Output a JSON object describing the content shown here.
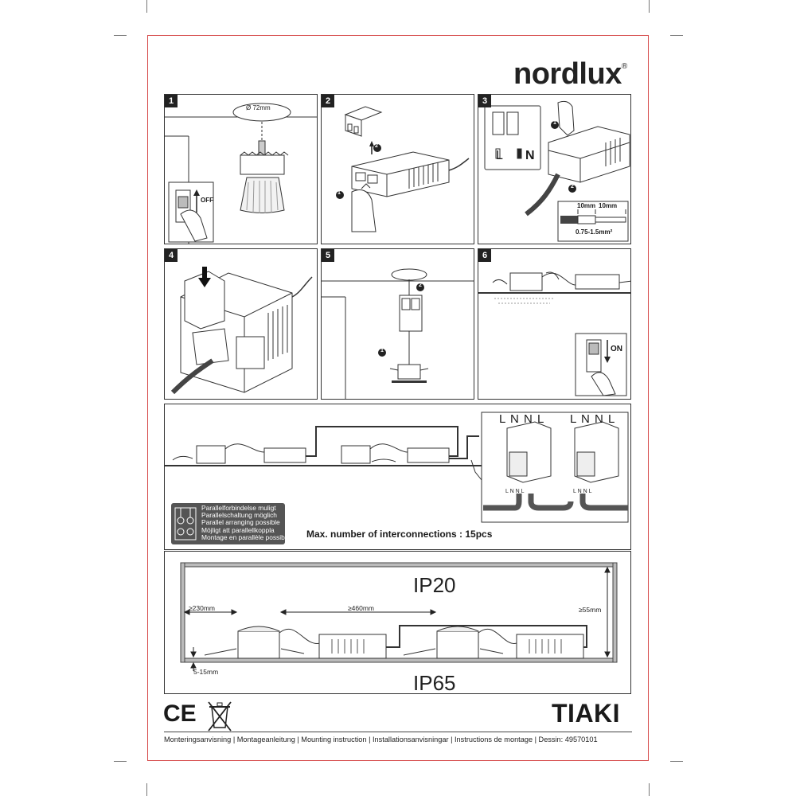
{
  "brand": {
    "name": "nordlux",
    "registered": "®"
  },
  "steps": [
    "1",
    "2",
    "3",
    "4",
    "5",
    "6"
  ],
  "step1": {
    "hole_diameter": "Ø 72mm",
    "switch_label": "OFF"
  },
  "step3": {
    "label_l": "L",
    "label_n": "N",
    "strip_1": "10mm",
    "strip_2": "10mm",
    "wire_section": "0.75-1.5mm²"
  },
  "step6": {
    "switch_label": "ON"
  },
  "callouts": {
    "one": "1",
    "two": "2"
  },
  "wiring": {
    "terminal_labels": "L N N L",
    "terminal_small": "L N N L"
  },
  "parallel_box": {
    "lines": [
      "Parallelforbindelse muligt",
      "Parallelschaltung möglich",
      "Parallel arranging possible",
      "Möjligt att parallellkoppla",
      "Montage en parallèle possible"
    ]
  },
  "interconnections": "Max. number of interconnections : 15pcs",
  "clearance": {
    "top_class": "IP20",
    "bottom_class": "IP65",
    "side": "≥230mm",
    "between": "≥460mm",
    "height": "≥55mm",
    "ceiling": "5-15mm"
  },
  "marks": {
    "ce": "CE"
  },
  "product": "TIAKI",
  "footer": "Monteringsanvisning | Montageanleitung | Mounting instruction | Installationsanvisningar | Instructions de montage | Dessin: 49570101",
  "colors": {
    "frame": "#d64a4a",
    "ink": "#222222",
    "badge": "#555555"
  }
}
